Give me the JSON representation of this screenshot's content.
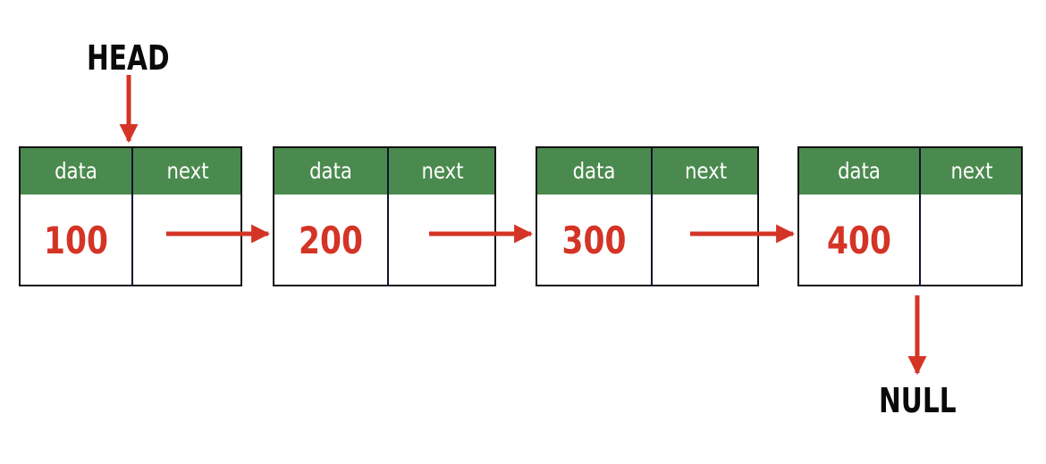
{
  "labels": {
    "head": "HEAD",
    "null": "NULL"
  },
  "field_labels": {
    "data": "data",
    "next": "next"
  },
  "nodes": [
    {
      "value": "100"
    },
    {
      "value": "200"
    },
    {
      "value": "300"
    },
    {
      "value": "400"
    }
  ],
  "colors": {
    "header_fill": "#4a8a4e",
    "value_text": "#d43426",
    "arrow": "#d43426",
    "border": "#111111"
  }
}
